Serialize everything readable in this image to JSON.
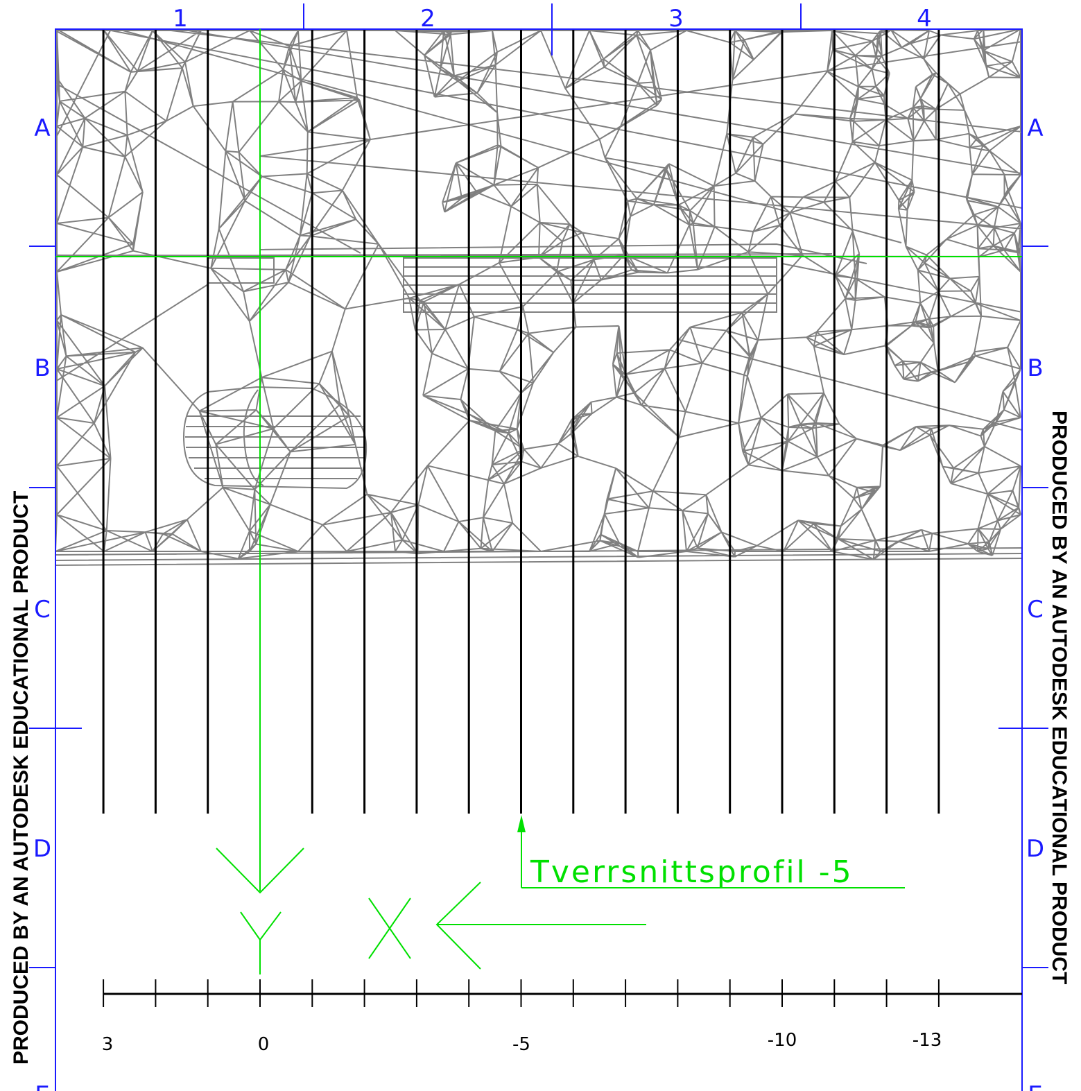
{
  "colors": {
    "frame": "#1a1aff",
    "mesh": "#808080",
    "section_line": "#000000",
    "annotation": "#00e000"
  },
  "watermark": {
    "left": "PRODUCED BY AN AUTODESK EDUCATIONAL PRODUCT",
    "right": "PRODUCED BY AN AUTODESK EDUCATIONAL PRODUCT"
  },
  "grid_columns": [
    "1",
    "2",
    "3",
    "4"
  ],
  "grid_rows": [
    "A",
    "B",
    "C",
    "D",
    "E"
  ],
  "annotations": {
    "profile_label": "Tverrsnittsprofil -5",
    "x_axis_letter": "X",
    "y_axis_letter": "Y"
  },
  "station_axis": {
    "labels": [
      "3",
      "0",
      "-5",
      "-10",
      "-13"
    ]
  },
  "section_stations": [
    3,
    2,
    1,
    0,
    -1,
    -2,
    -3,
    -4,
    -5,
    -6,
    -7,
    -8,
    -9,
    -10,
    -11,
    -12,
    -13
  ],
  "highlighted_station": -5
}
